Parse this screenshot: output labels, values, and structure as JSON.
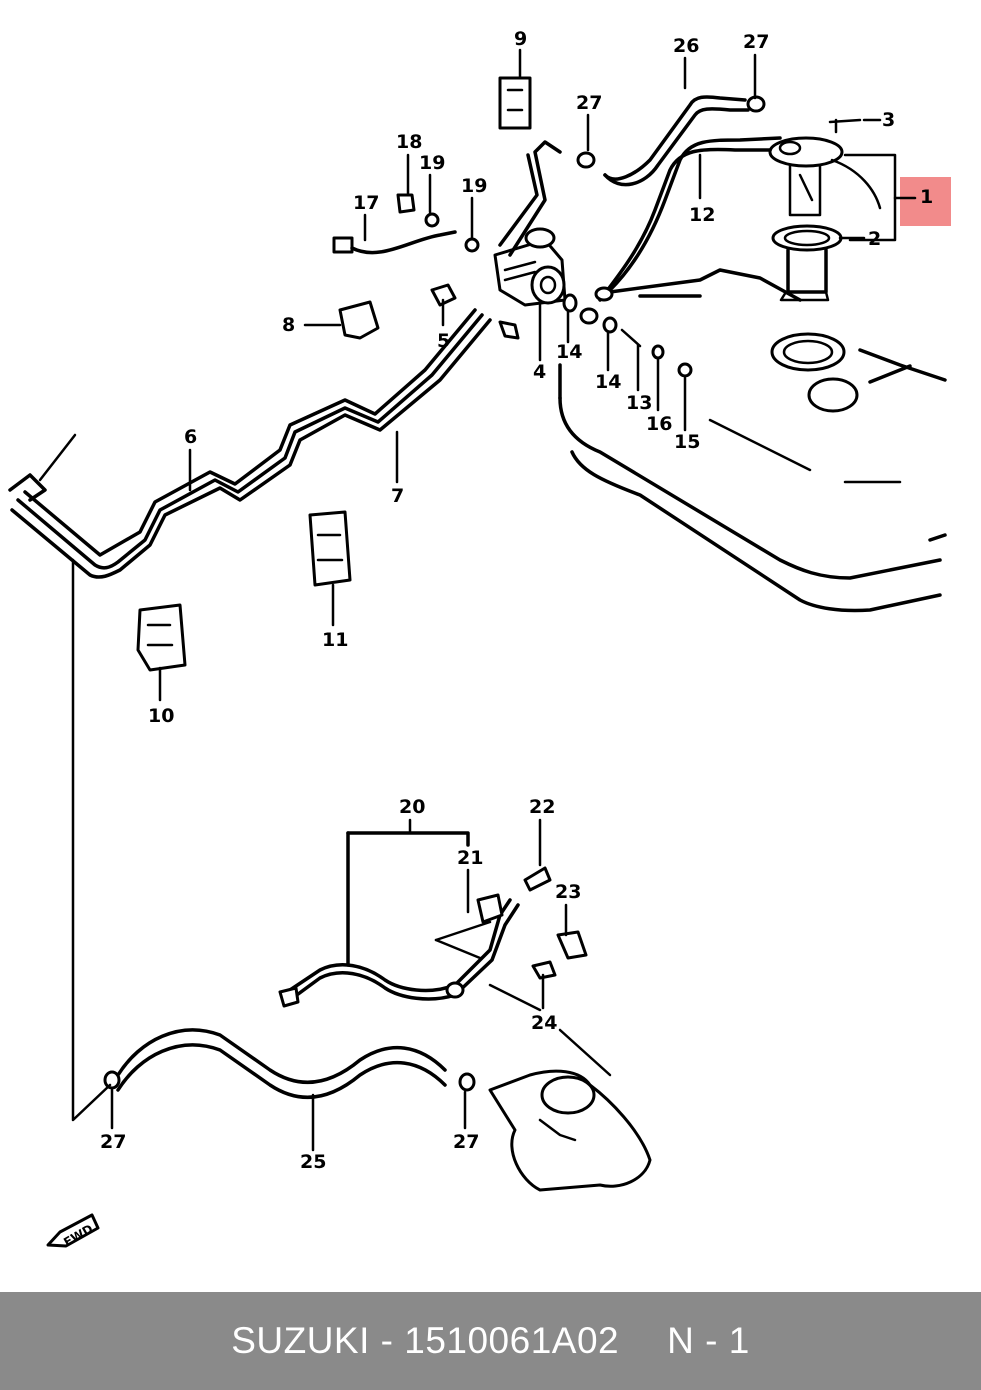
{
  "footer": {
    "brand_part": "SUZUKI - 1510061A02",
    "ref": "N - 1"
  },
  "diagram": {
    "highlight_color": "#f28b8b",
    "fwd_label": "FWD",
    "callouts": [
      {
        "id": "c1",
        "text": "1",
        "highlighted": true
      },
      {
        "id": "c2",
        "text": "2"
      },
      {
        "id": "c3",
        "text": "3"
      },
      {
        "id": "c4",
        "text": "4"
      },
      {
        "id": "c5",
        "text": "5"
      },
      {
        "id": "c6",
        "text": "6"
      },
      {
        "id": "c7",
        "text": "7"
      },
      {
        "id": "c8",
        "text": "8"
      },
      {
        "id": "c9",
        "text": "9"
      },
      {
        "id": "c10",
        "text": "10"
      },
      {
        "id": "c11",
        "text": "11"
      },
      {
        "id": "c12",
        "text": "12"
      },
      {
        "id": "c13",
        "text": "13"
      },
      {
        "id": "c14a",
        "text": "14"
      },
      {
        "id": "c14b",
        "text": "14"
      },
      {
        "id": "c15",
        "text": "15"
      },
      {
        "id": "c16",
        "text": "16"
      },
      {
        "id": "c17",
        "text": "17"
      },
      {
        "id": "c18",
        "text": "18"
      },
      {
        "id": "c19a",
        "text": "19"
      },
      {
        "id": "c19b",
        "text": "19"
      },
      {
        "id": "c20",
        "text": "20"
      },
      {
        "id": "c21",
        "text": "21"
      },
      {
        "id": "c22",
        "text": "22"
      },
      {
        "id": "c23",
        "text": "23"
      },
      {
        "id": "c24",
        "text": "24"
      },
      {
        "id": "c25",
        "text": "25"
      },
      {
        "id": "c26",
        "text": "26"
      },
      {
        "id": "c27a",
        "text": "27"
      },
      {
        "id": "c27b",
        "text": "27"
      },
      {
        "id": "c27c",
        "text": "27"
      },
      {
        "id": "c27d",
        "text": "27"
      }
    ]
  }
}
